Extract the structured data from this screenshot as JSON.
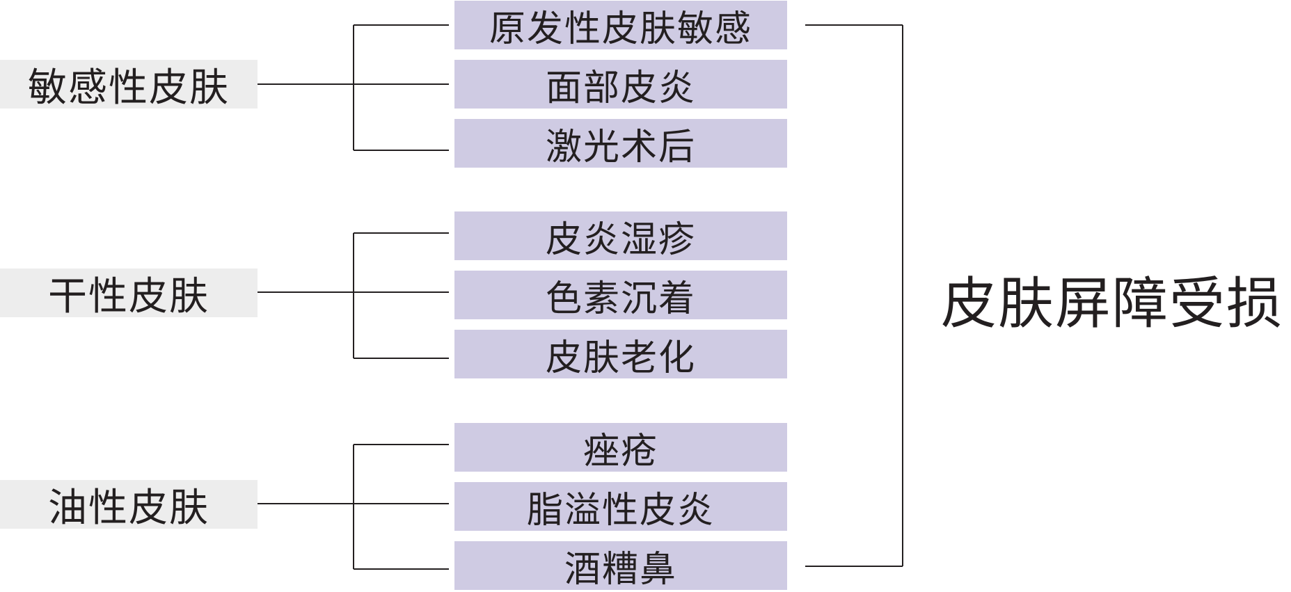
{
  "groups": [
    {
      "label": "敏感性皮肤",
      "items": [
        "原发性皮肤敏感",
        "面部皮炎",
        "激光术后"
      ]
    },
    {
      "label": "干性皮肤",
      "items": [
        "皮炎湿疹",
        "色素沉着",
        "皮肤老化"
      ]
    },
    {
      "label": "油性皮肤",
      "items": [
        "痤疮",
        "脂溢性皮炎",
        "酒糟鼻"
      ]
    }
  ],
  "result": "皮肤屏障受损",
  "colors": {
    "group_label_bg": "#ededed",
    "item_box_bg": "#cfcbe3",
    "line": "#231f20",
    "text": "#231f20"
  }
}
